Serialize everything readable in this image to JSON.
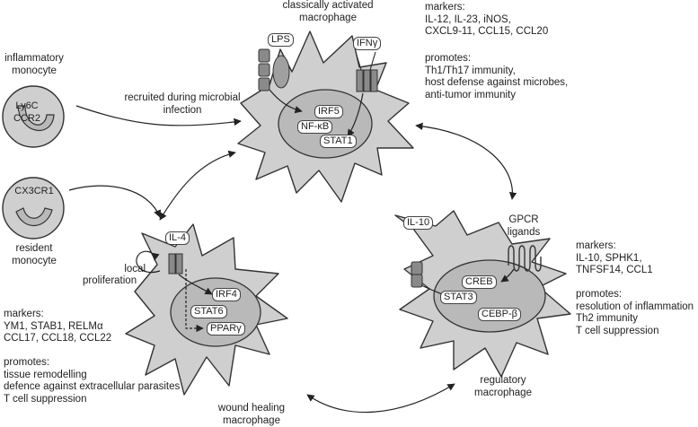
{
  "monocytes": {
    "inflammatory": {
      "title_l1": "inflammatory",
      "title_l2": "monocyte",
      "marker_l1": "Ly6C",
      "marker_l2": "CCR2"
    },
    "resident": {
      "marker": "CX3CR1",
      "title_l1": "resident",
      "title_l2": "monocyte"
    }
  },
  "arrows": {
    "recruited_l1": "recruited during microbial",
    "recruited_l2": "infection",
    "local_prolif_l1": "local",
    "local_prolif_l2": "proliferation"
  },
  "classical": {
    "title_l1": "classically activated",
    "title_l2": "macrophage",
    "receptor_lps": "LPS",
    "receptor_ifn": "IFNγ",
    "tf1": "IRF5",
    "tf2": "NF-κB",
    "tf3": "STAT1",
    "markers_head": "markers:",
    "markers_l1": "IL-12, IL-23, iNOS,",
    "markers_l2": "CXCL9-11, CCL15, CCL20",
    "promotes_head": "promotes:",
    "promotes_l1": "Th1/Th17 immunity,",
    "promotes_l2": "host defense against microbes,",
    "promotes_l3": "anti-tumor immunity"
  },
  "wound": {
    "title_l1": "wound healing",
    "title_l2": "macrophage",
    "receptor": "IL-4",
    "tf1": "IRF4",
    "tf2": "STAT6",
    "tf3": "PPARγ",
    "markers_head": "markers:",
    "markers_l1": "YM1, STAB1, RELMα",
    "markers_l2": "CCL17, CCL18, CCL22",
    "promotes_head": "promotes:",
    "promotes_l1": "tissue remodelling",
    "promotes_l2": "defence against extracellular parasites",
    "promotes_l3": "T cell suppression"
  },
  "regulatory": {
    "title_l1": "regulatory",
    "title_l2": "macrophage",
    "receptor": "IL-10",
    "gpcr_l1": "GPCR",
    "gpcr_l2": "ligands",
    "tf1": "CREB",
    "tf2": "STAT3",
    "tf3": "CEBP-β",
    "markers_head": "markers:",
    "markers_l1": "IL-10, SPHK1,",
    "markers_l2": "TNFSF14, CCL1",
    "promotes_head": "promotes:",
    "promotes_l1": "resolution of inflammation",
    "promotes_l2": "Th2 immunity",
    "promotes_l3": "T cell suppression"
  },
  "colors": {
    "cell_fill": "#cfcfcf",
    "nucleus_fill": "#b9b9b9",
    "receptor_fill": "#8a8a8a",
    "outline": "#333333"
  }
}
